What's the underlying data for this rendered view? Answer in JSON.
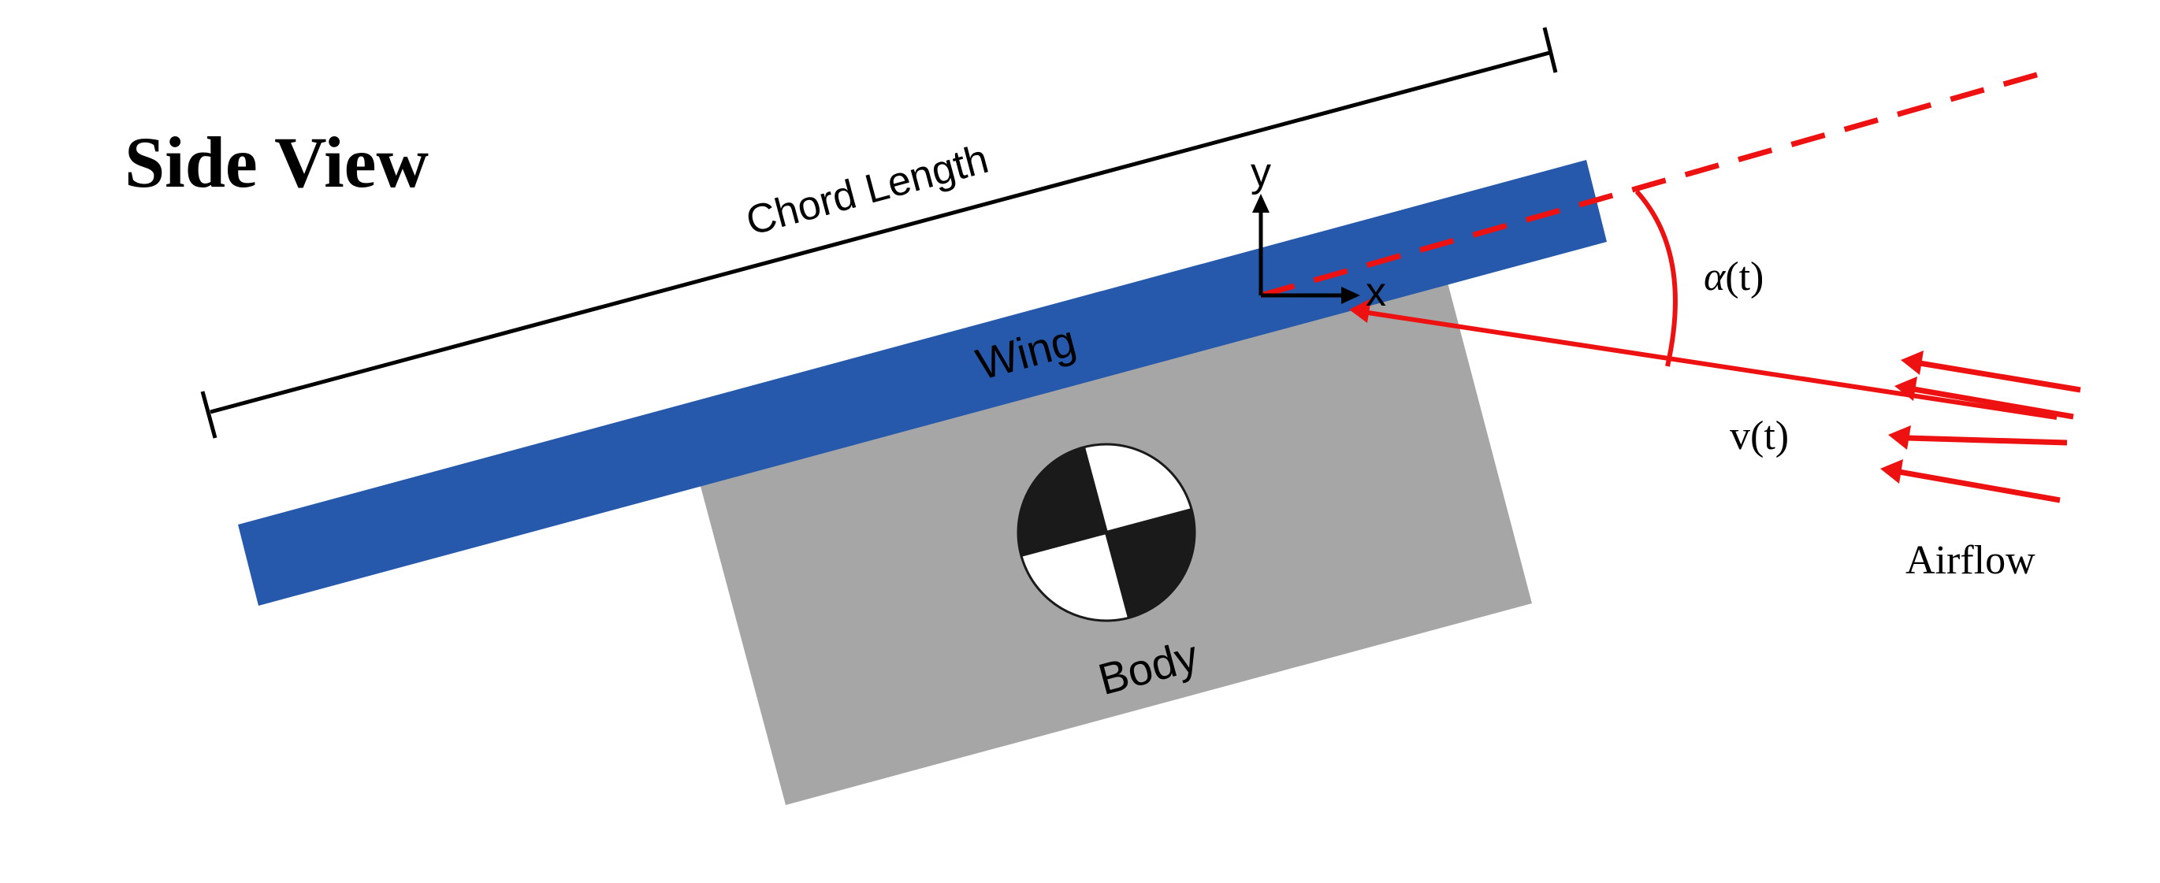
{
  "title": "Side View",
  "labels": {
    "chord_length": "Chord Length",
    "wing": "Wing",
    "body": "Body",
    "axis_x": "x",
    "axis_y": "y",
    "alpha_symbol": "α",
    "alpha_arg": "(t)",
    "velocity": "v(t)",
    "airflow": "Airflow"
  },
  "colors": {
    "wing": "#2659AC",
    "body": "#A6A6A6",
    "vector": "#EE1111",
    "line": "#000000",
    "cg_dark": "#1A1A1A"
  }
}
